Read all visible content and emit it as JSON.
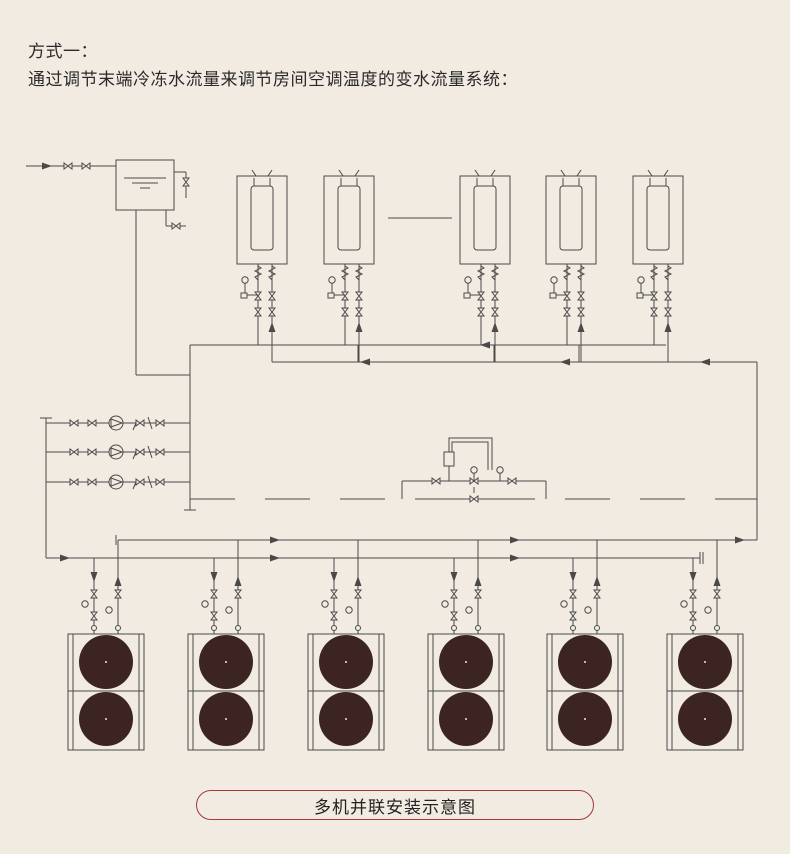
{
  "heading": {
    "mode": "方式一：",
    "description": "通过调节末端冷冻水流量来调节房间空调温度的变水流量系统："
  },
  "caption": "多机并联安装示意图",
  "diagram": {
    "terminal_unit_count": 5,
    "pump_count": 3,
    "outdoor_unit_count": 6,
    "line_color": "#4a4a4a",
    "fan_color": "#3b2421",
    "caption_border_color": "#a23a3a"
  }
}
